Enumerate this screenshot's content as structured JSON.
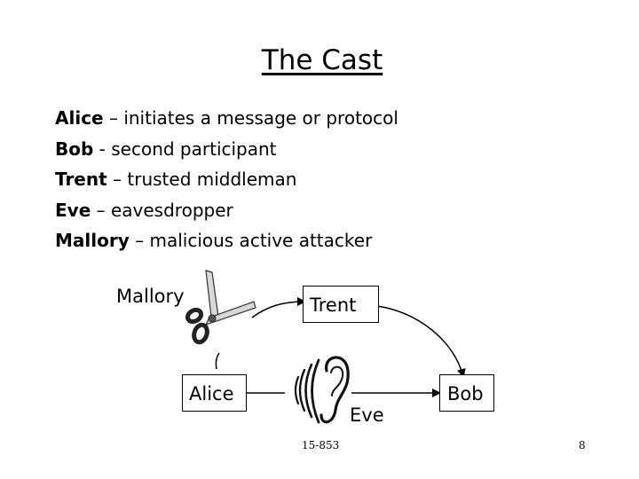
{
  "title": "The Cast",
  "cast": [
    {
      "name": "Alice",
      "desc": "– initiates a message or protocol"
    },
    {
      "name": "Bob",
      "desc": "- second participant"
    },
    {
      "name": "Trent",
      "desc": "– trusted middleman"
    },
    {
      "name": "Eve",
      "desc": "– eavesdropper"
    },
    {
      "name": "Mallory",
      "desc": "– malicious active attacker"
    }
  ],
  "diagram": {
    "mallory": "Mallory",
    "trent": "Trent",
    "alice": "Alice",
    "eve": "Eve",
    "bob": "Bob",
    "icons": [
      "scissors-icon",
      "ear-icon"
    ]
  },
  "footer": {
    "course": "15-853",
    "page": "8"
  }
}
